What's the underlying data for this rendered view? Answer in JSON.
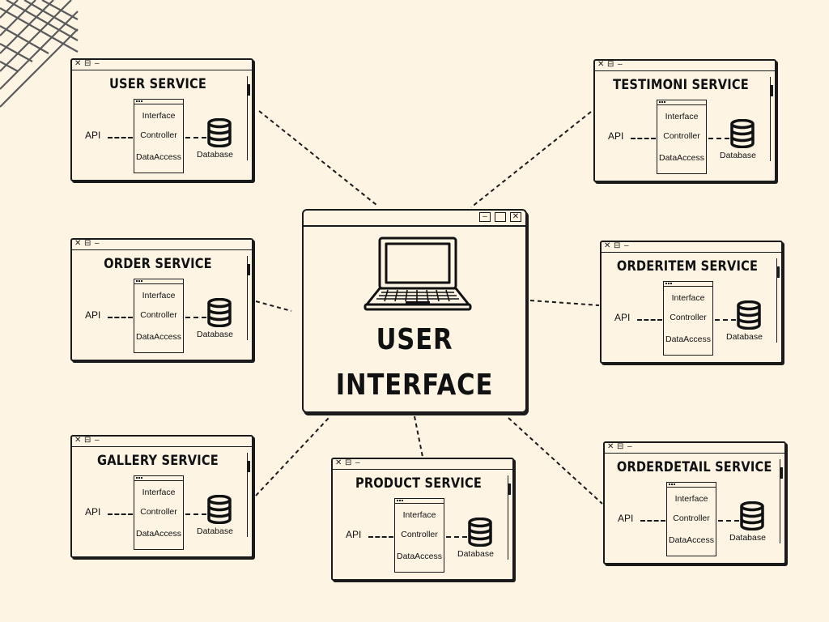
{
  "colors": {
    "background": "#fdf4e4",
    "ink": "#1a1a1a"
  },
  "center": {
    "title_line1": "USER",
    "title_line2": "INTERFACE",
    "icon": "laptop-icon",
    "window_controls": [
      "minimize-icon",
      "maximize-icon",
      "close-icon"
    ]
  },
  "layers": {
    "interface": "Interface",
    "controller": "Controller",
    "data_access": "DataAccess"
  },
  "api_label": "API",
  "database_label": "Database",
  "services": [
    {
      "title": "USER SERVICE"
    },
    {
      "title": "ORDER SERVICE"
    },
    {
      "title": "GALLERY SERVICE"
    },
    {
      "title": "PRODUCT SERVICE"
    },
    {
      "title": "TESTIMONI SERVICE"
    },
    {
      "title": "ORDERITEM SERVICE"
    },
    {
      "title": "ORDERDETAIL SERVICE"
    }
  ]
}
